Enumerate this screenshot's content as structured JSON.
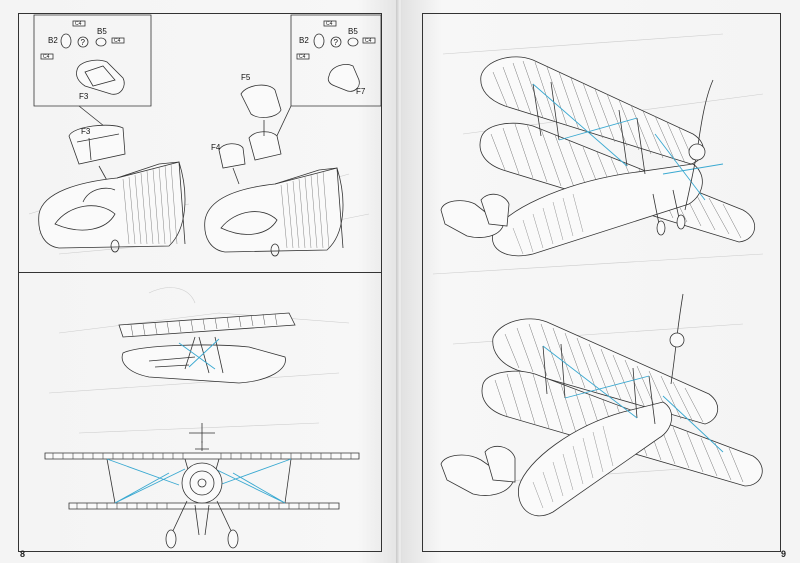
{
  "pages": {
    "left": {
      "number": "8"
    },
    "right": {
      "number": "9"
    }
  },
  "callouts": {
    "left_detail": {
      "b2": "B2",
      "b5": "B5",
      "c1": "C4",
      "c2": "C4",
      "c3": "C4",
      "query": "?",
      "part": "F3"
    },
    "right_detail": {
      "b2": "B2",
      "b5": "B5",
      "c1": "C4",
      "c2": "C4",
      "c3": "C4",
      "query": "?",
      "part": "F7"
    },
    "left_step": {
      "part": "F3"
    },
    "right_step": {
      "part_a": "F5",
      "part_b": "F4"
    }
  },
  "colors": {
    "ink": "#333333",
    "rigging": "#3aa9d1",
    "paper": "#f6f6f6"
  }
}
